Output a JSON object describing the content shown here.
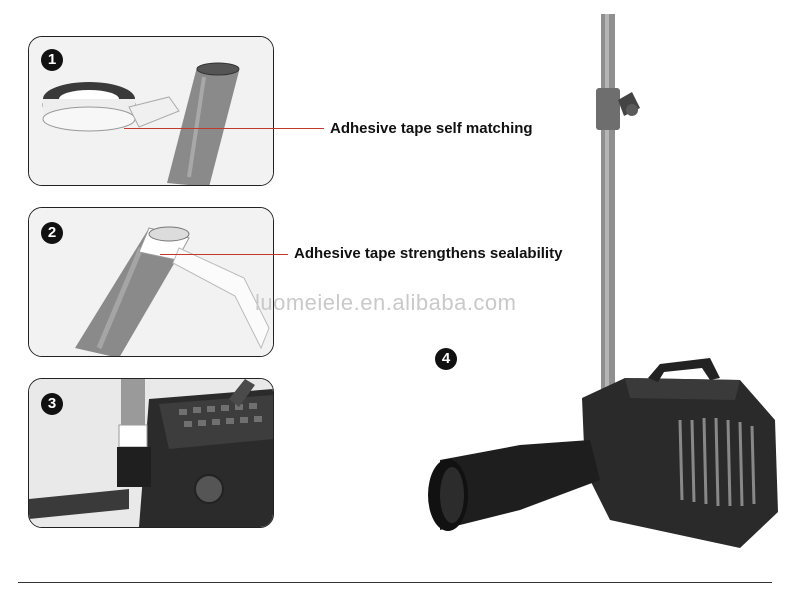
{
  "steps": [
    {
      "number": "1"
    },
    {
      "number": "2"
    },
    {
      "number": "3"
    },
    {
      "number": "4"
    }
  ],
  "callouts": {
    "step1": "Adhesive tape self matching",
    "step2": "Adhesive tape strengthens sealability"
  },
  "watermark": "luomeiele.en.alibaba.com",
  "colors": {
    "leader_line": "#c0392b",
    "panel_border": "#222222",
    "badge": "#111111"
  }
}
